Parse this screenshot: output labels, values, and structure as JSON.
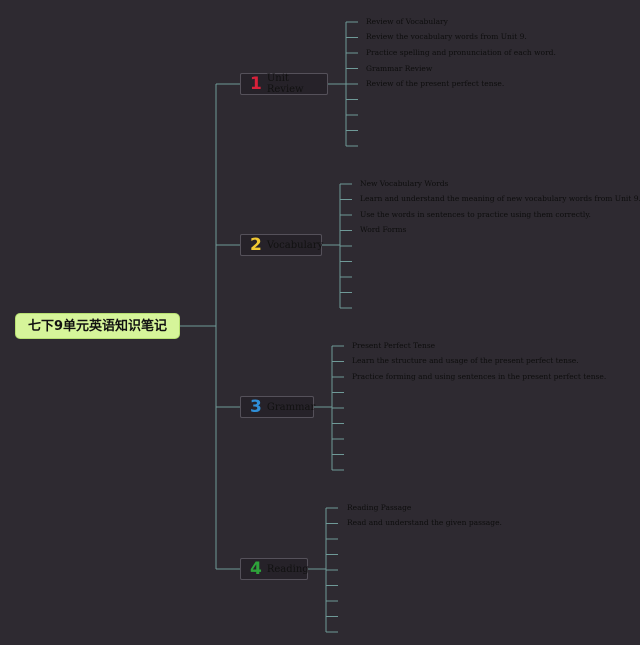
{
  "root": {
    "label": "七下9单元英语知识笔记"
  },
  "colors": {
    "background": "#2e2a31",
    "line": "#6f9a98",
    "root_fill": "#d6f59a"
  },
  "topics": [
    {
      "number": "1",
      "label": "Unit Review",
      "number_color": "#d8213a",
      "items": [
        "Review of Vocabulary",
        "Review the vocabulary words from Unit 9.",
        "Practice spelling and pronunciation of each word.",
        "Grammar Review",
        "Review of the present perfect tense."
      ]
    },
    {
      "number": "2",
      "label": "Vocabulary",
      "number_color": "#f0c832",
      "items": [
        "New Vocabulary Words",
        "Learn and understand the meaning of new vocabulary words from Unit 9.",
        "Use the words in sentences to practice using them correctly.",
        "Word Forms"
      ]
    },
    {
      "number": "3",
      "label": "Grammar",
      "number_color": "#2f8fd8",
      "items": [
        "Present Perfect Tense",
        "Learn the structure and usage of the present perfect tense.",
        "Practice forming and using sentences in the present perfect tense."
      ]
    },
    {
      "number": "4",
      "label": "Reading",
      "number_color": "#2ea33a",
      "items": [
        "Reading Passage",
        "Read and understand the given passage."
      ]
    }
  ]
}
